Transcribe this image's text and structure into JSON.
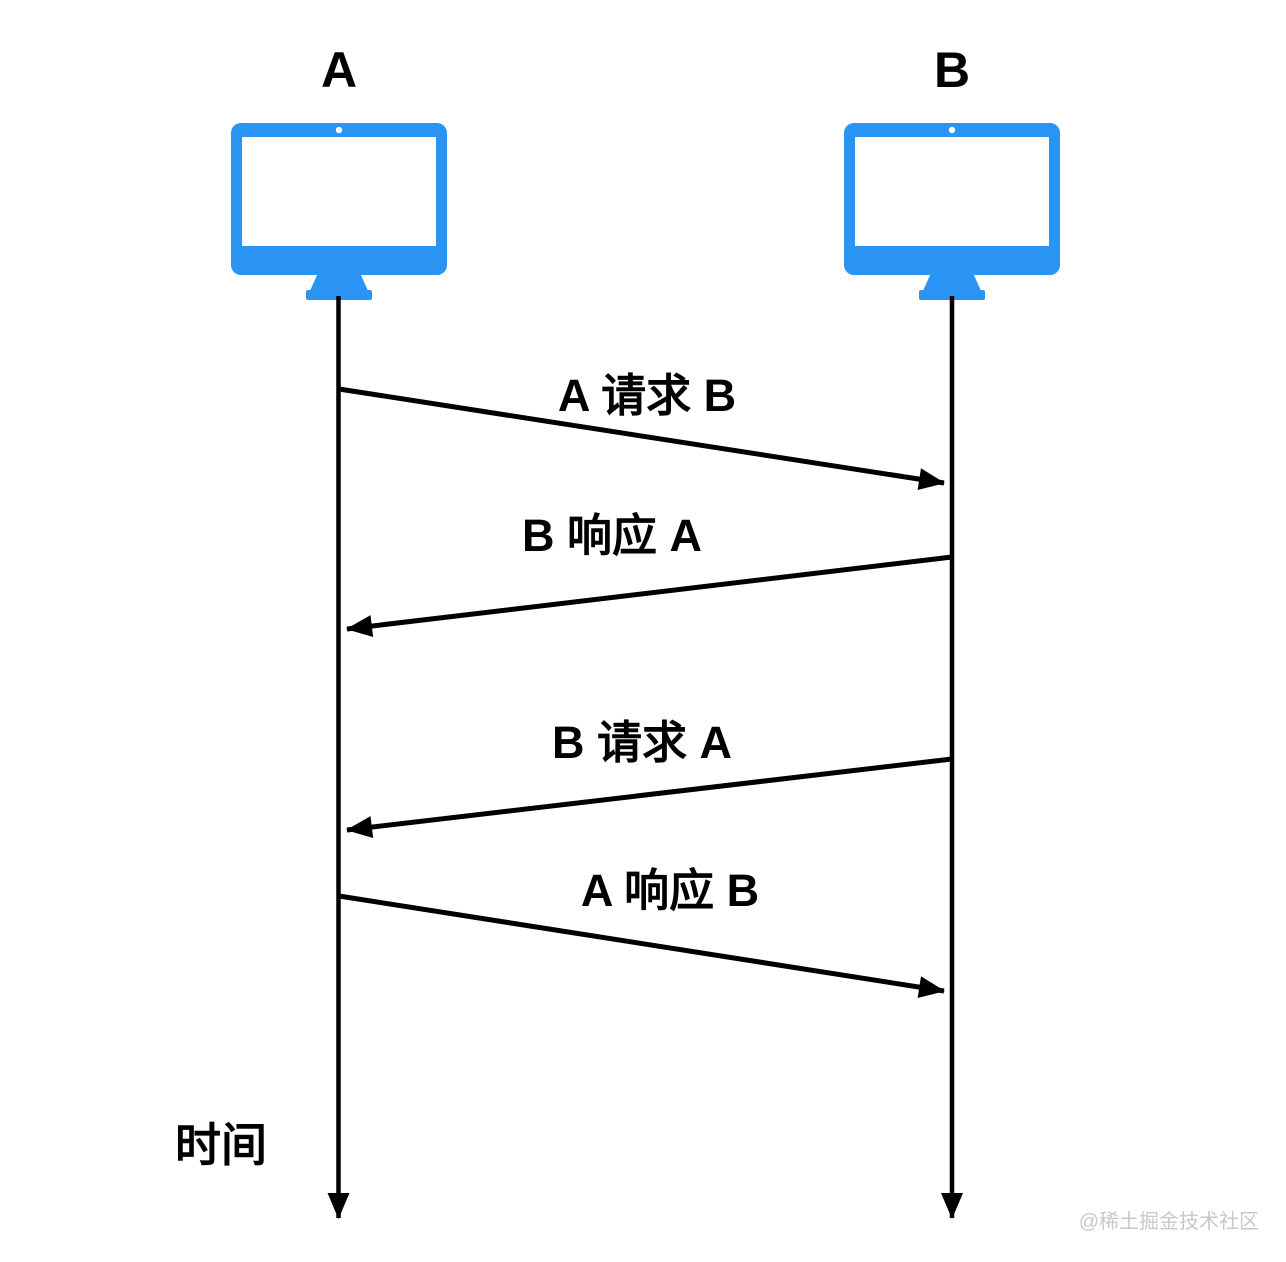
{
  "diagram": {
    "actor_a": {
      "label": "A"
    },
    "actor_b": {
      "label": "B"
    },
    "messages": [
      {
        "label": "A 请求 B",
        "from": "A",
        "to": "B",
        "type": "request"
      },
      {
        "label": "B 响应 A",
        "from": "B",
        "to": "A",
        "type": "response"
      },
      {
        "label": "B 请求 A",
        "from": "B",
        "to": "A",
        "type": "request"
      },
      {
        "label": "A 响应 B",
        "from": "A",
        "to": "B",
        "type": "response"
      }
    ],
    "time_axis_label": "时间",
    "watermark": "@稀土掘金技术社区",
    "colors": {
      "monitor_blue": "#2994F3",
      "line_black": "#000000",
      "watermark_gray": "#C8C8C8",
      "background": "#FFFFFF"
    }
  }
}
